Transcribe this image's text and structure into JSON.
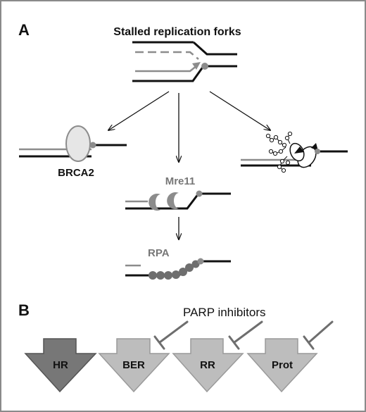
{
  "panel_a": {
    "letter": "A",
    "title": "Stalled replication forks",
    "brca2_label": "BRCA2",
    "mre11_label": "Mre11",
    "rpa_label": "RPA"
  },
  "panel_b": {
    "letter": "B",
    "inhibitor_label": "PARP inhibitors",
    "pathways": [
      "HR",
      "BER",
      "RR",
      "Prot"
    ]
  },
  "colors": {
    "strand_dark": "#111111",
    "strand_gray": "#8c8c8c",
    "brca2_fill": "#e6e6e6",
    "mre11_fill": "#8c8c8c",
    "rpa_fill": "#6e6e6e",
    "hr_arrow": "#777777",
    "other_arrow": "#bdbdbd",
    "inhibitor": "#6e6e6e"
  }
}
